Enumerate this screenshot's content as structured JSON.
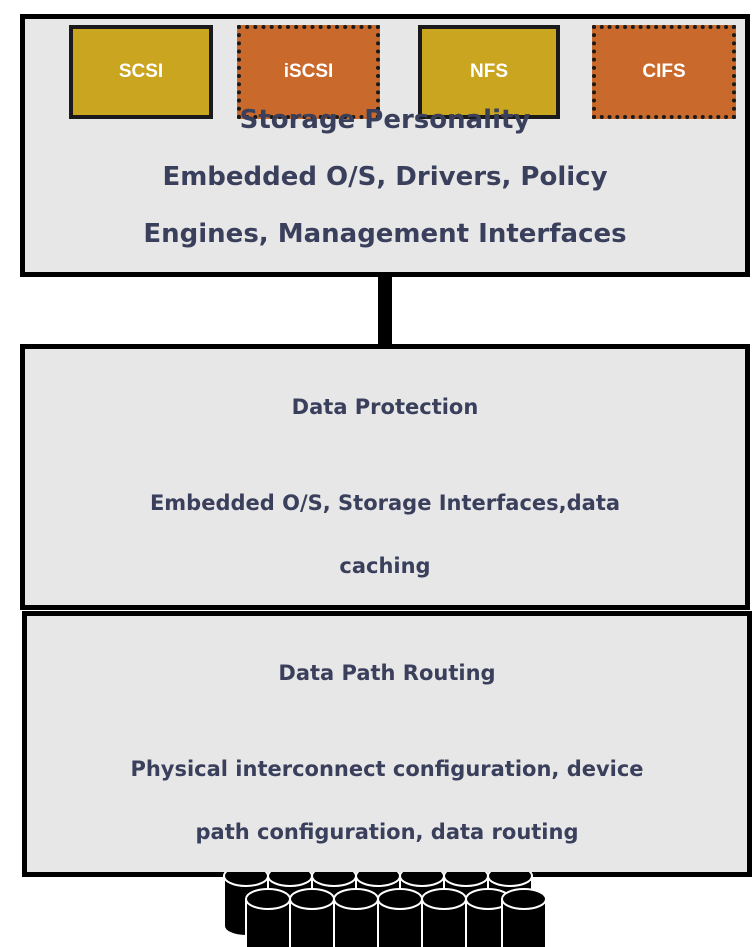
{
  "protocols": [
    {
      "label": "SCSI",
      "style": "solid",
      "color": "#c9a520"
    },
    {
      "label": "iSCSI",
      "style": "dashed",
      "color": "#c96a2c"
    },
    {
      "label": "NFS",
      "style": "solid",
      "color": "#c9a520"
    },
    {
      "label": "CIFS",
      "style": "dashed",
      "color": "#c96a2c"
    }
  ],
  "layers": {
    "top": {
      "heading": "Storage Personality",
      "line1": "Embedded O/S, Drivers, Policy",
      "line2": "Engines, Management Interfaces"
    },
    "middle": {
      "heading": "Data Protection",
      "line1": "Embedded O/S, Storage Interfaces,data",
      "line2": "caching"
    },
    "bottom": {
      "heading": "Data Path Routing",
      "line1": "Physical interconnect configuration, device",
      "line2": "path configuration, data routing"
    }
  },
  "colors": {
    "layer_fill": "#e7e7e7",
    "text": "#3a3f5c",
    "protocol_solid": "#c9a520",
    "protocol_dashed": "#c96a2c"
  },
  "icons": {
    "storage": "disk-cylinder-icon"
  }
}
